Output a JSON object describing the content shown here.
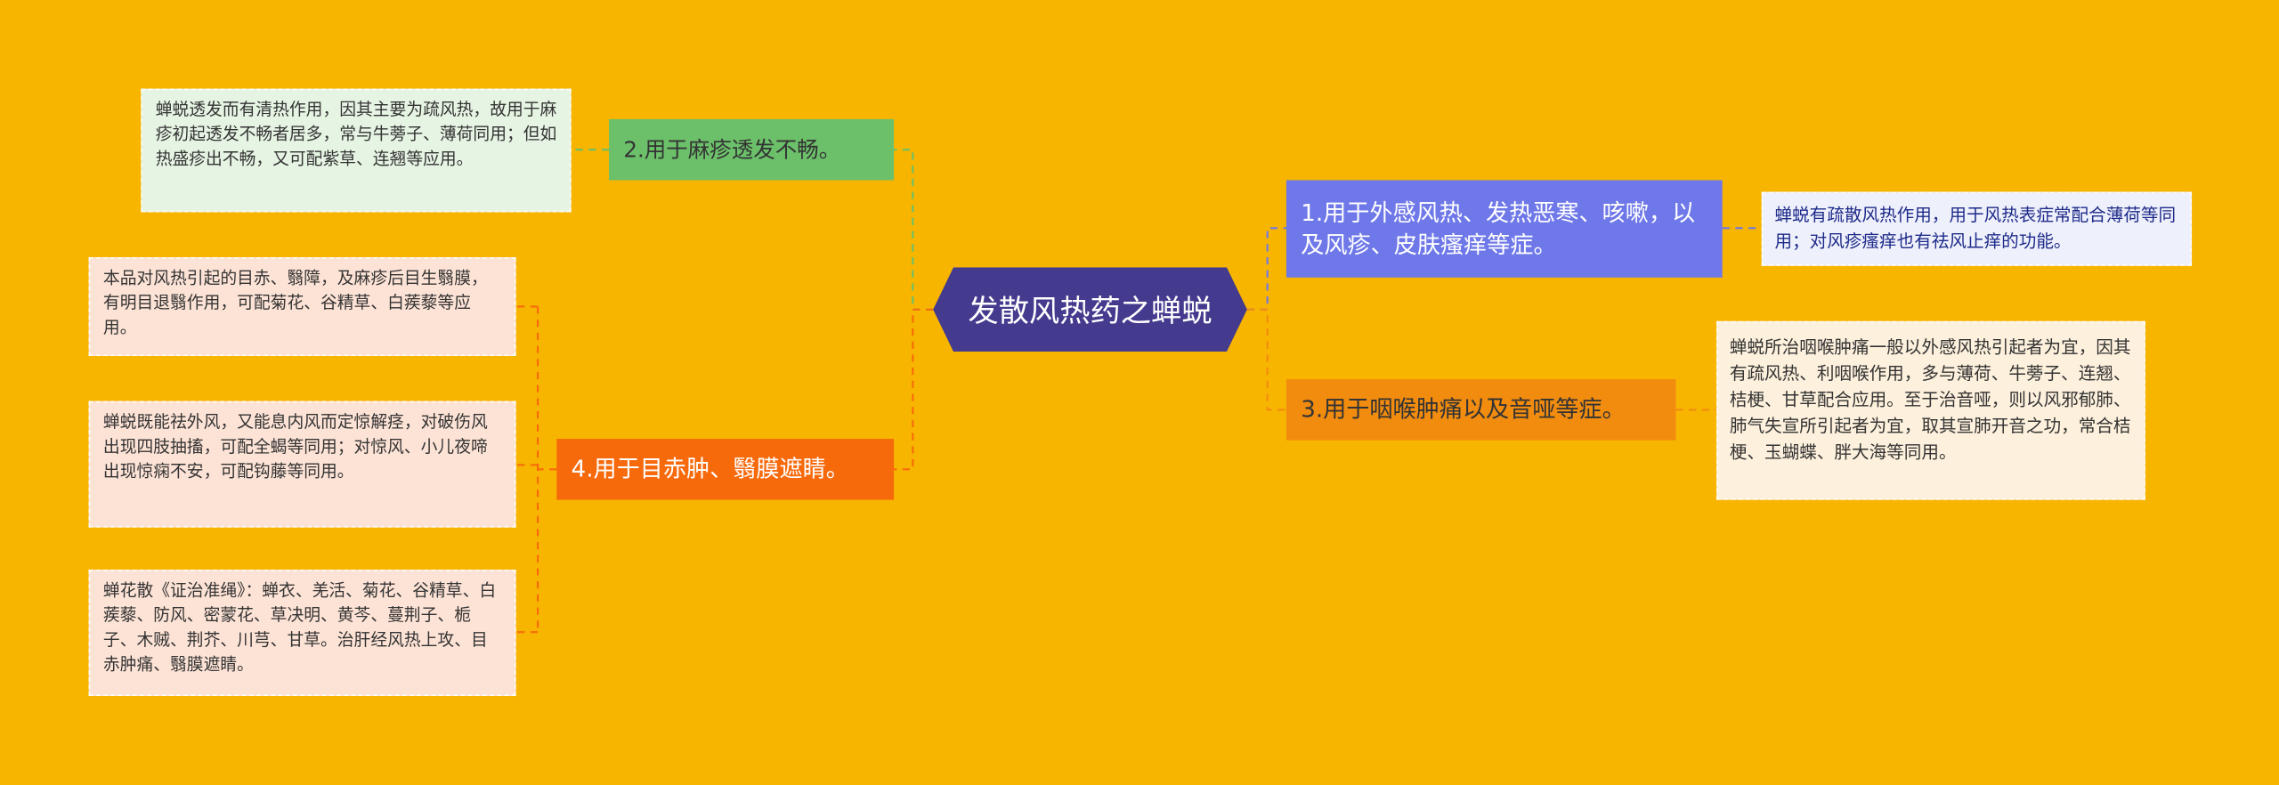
{
  "center": {
    "title": "发散风热药之蝉蜕"
  },
  "branches": [
    {
      "label": "1.用于外感风热、发热恶寒、咳嗽，以及风疹、皮肤瘙痒等症。",
      "note": "蝉蜕有疏散风热作用，用于风热表症常配合薄荷等同用；对风疹瘙痒也有祛风止痒的功能。"
    },
    {
      "label": "2.用于麻疹透发不畅。",
      "note": "蝉蜕透发而有清热作用，因其主要为疏风热，故用于麻疹初起透发不畅者居多，常与牛蒡子、薄荷同用；但如热盛疹出不畅，又可配紫草、连翘等应用。"
    },
    {
      "label": "3.用于咽喉肿痛以及音哑等症。",
      "note": "蝉蜕所治咽喉肿痛一般以外感风热引起者为宜，因其有疏风热、利咽喉作用，多与薄荷、牛蒡子、连翘、桔梗、甘草配合应用。至于治音哑，则以风邪郁肺、肺气失宣所引起者为宜，取其宣肺开音之功，常合桔梗、玉蝴蝶、胖大海等同用。"
    },
    {
      "label": "4.用于目赤肿、翳膜遮睛。",
      "notes": [
        "本品对风热引起的目赤、翳障，及麻疹后目生翳膜，有明目退翳作用，可配菊花、谷精草、白蒺藜等应用。",
        "蝉蜕既能祛外风，又能息内风而定惊解痉，对破伤风出现四肢抽搐，可配全蝎等同用；对惊风、小儿夜啼出现惊痫不安，可配钩藤等同用。",
        "蝉花散《证治准绳》：蝉衣、羌活、菊花、谷精草、白蒺藜、防风、密蒙花、草决明、黄芩、蔓荆子、栀子、木贼、荆芥、川芎、甘草。治肝经风热上攻、目赤肿痛、翳膜遮睛。"
      ]
    }
  ],
  "colors": {
    "background": "#f7b500",
    "center": "#443a8e",
    "branch1": "#6f78e8",
    "branch2": "#6cc06a",
    "branch3": "#f28c0f",
    "branch4": "#f76a0c",
    "note1": "#eef0fb",
    "note2": "#e6f4e3",
    "note3": "#fdf0dc",
    "note4": "#fde3d6"
  }
}
